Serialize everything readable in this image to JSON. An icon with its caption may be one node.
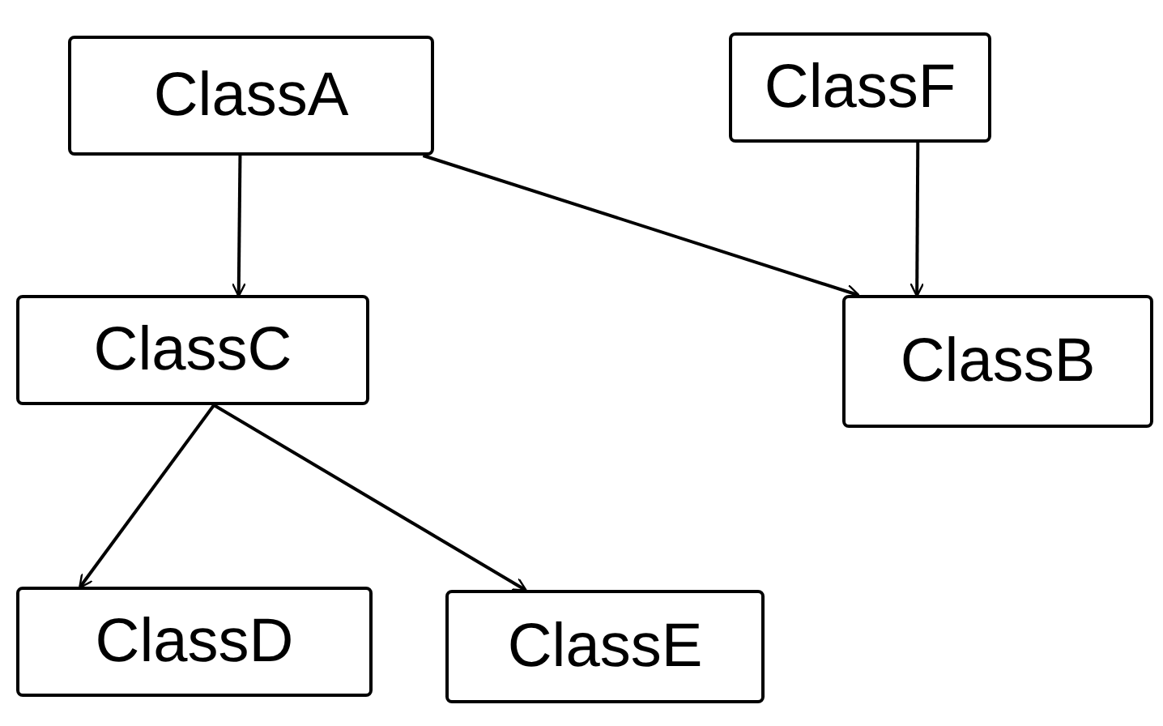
{
  "diagram": {
    "nodes": [
      {
        "text": [
          "ClassA"
        ]
      },
      {
        "text": [
          "ClassF"
        ]
      },
      {
        "text": [
          "ClassC"
        ]
      },
      {
        "text": [
          "ClassB"
        ]
      },
      {
        "text": [
          "ClassD"
        ]
      },
      {
        "text": [
          "ClassE"
        ]
      }
    ],
    "edges": [
      {
        "from": 0,
        "to": 2,
        "arrow": "to"
      },
      {
        "from": 0,
        "to": 3,
        "arrow": "to"
      },
      {
        "from": 1,
        "to": 3,
        "arrow": "to"
      },
      {
        "from": 2,
        "to": 4,
        "arrow": "to"
      },
      {
        "from": 2,
        "to": 5,
        "arrow": "to"
      }
    ]
  }
}
